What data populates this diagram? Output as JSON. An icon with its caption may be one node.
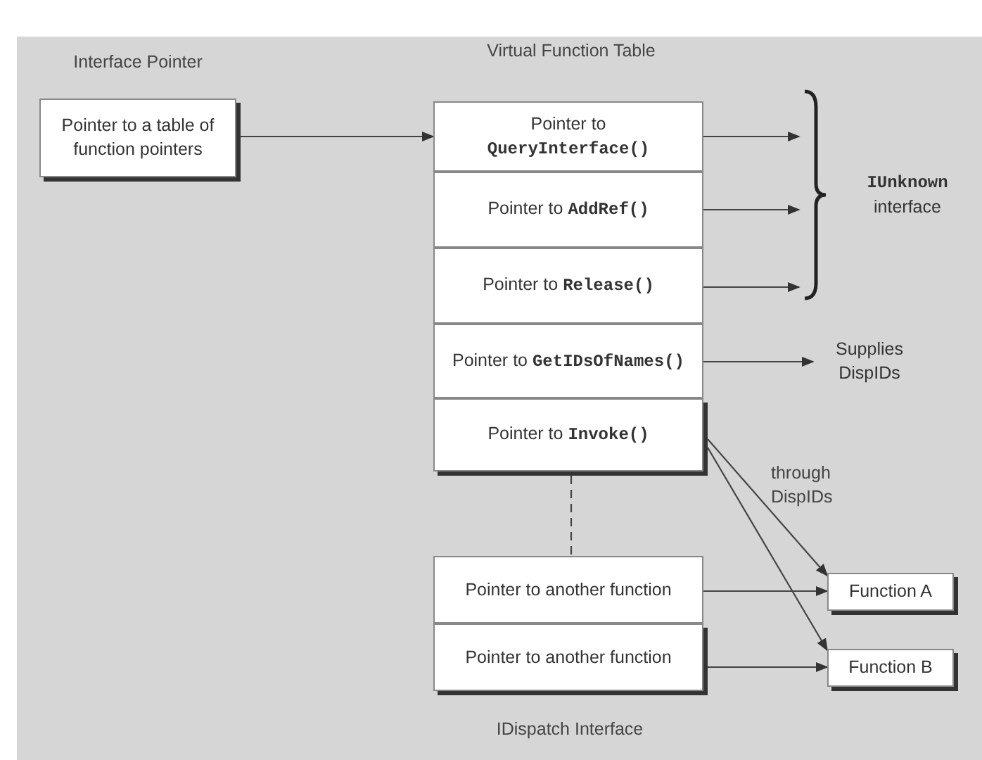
{
  "diagram": {
    "nodes": [
      {
        "text": [
          "Pointer to a table of function pointers"
        ],
        "beside": [
          "Interface Pointer"
        ]
      },
      {
        "text": [
          "Pointer to **QueryInterface()**"
        ]
      },
      {
        "text": [
          "Pointer to **AddRef()**"
        ]
      },
      {
        "text": [
          "Pointer to **Release()**"
        ]
      },
      {
        "text": [
          "Pointer to **GetIDsOfNames()**"
        ]
      },
      {
        "text": [
          "Pointer to **Invoke()**"
        ]
      },
      {
        "text": [
          "Pointer to another function"
        ]
      },
      {
        "text": [
          "Pointer to another function"
        ]
      },
      {
        "text": [
          "**IUnknown** interface"
        ]
      },
      {
        "text": [
          "Supplies DispIDs"
        ]
      },
      {
        "text": [
          "Function A"
        ]
      },
      {
        "text": [
          "Function B"
        ]
      }
    ],
    "edges": [
      {
        "from": 0,
        "to": 1,
        "arrow": "to"
      },
      {
        "from": 1,
        "to": 8,
        "arrow": "to"
      },
      {
        "from": 2,
        "to": 8,
        "arrow": "to"
      },
      {
        "from": 3,
        "to": 8,
        "arrow": "to"
      },
      {
        "from": 4,
        "to": 9,
        "arrow": "to"
      },
      {
        "from": 5,
        "to": 6,
        "arrow": "none",
        "style": "dashed"
      },
      {
        "from": 5,
        "to": 10,
        "arrow": "to"
      },
      {
        "from": 5,
        "to": 11,
        "arrow": "to"
      },
      {
        "from": 6,
        "to": 10,
        "arrow": "to"
      },
      {
        "from": 7,
        "to": 11,
        "arrow": "to"
      }
    ],
    "labels": [
      "Virtual Function Table",
      "through DispIDs",
      "IDispatch Interface"
    ]
  }
}
